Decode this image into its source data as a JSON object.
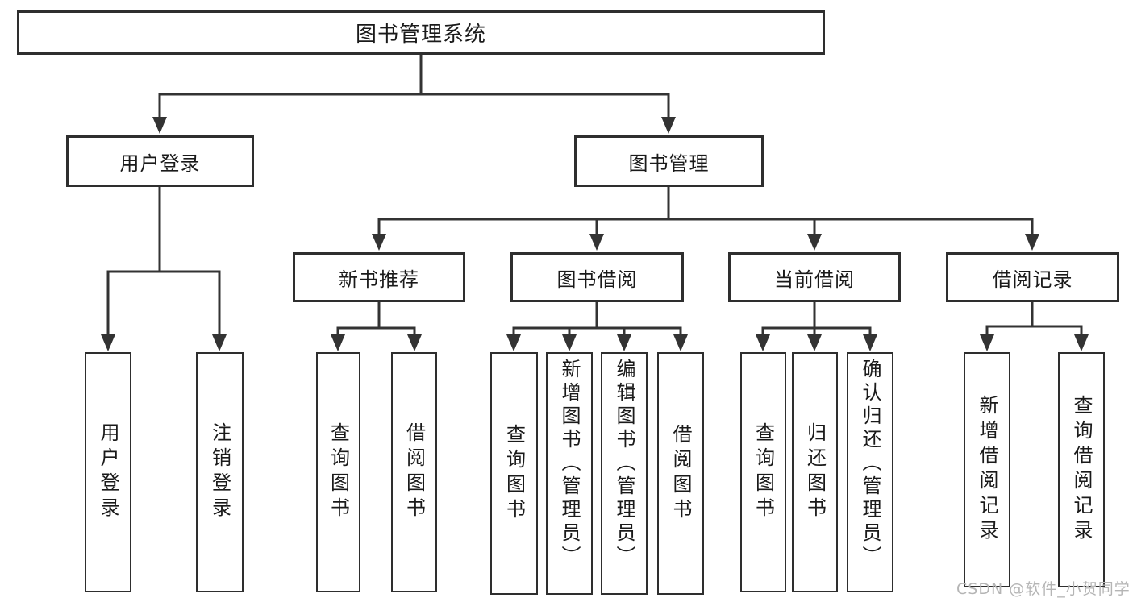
{
  "diagram": {
    "type": "hierarchy-tree",
    "background": "#ffffff",
    "colors": {
      "line": "#333333",
      "box_border": "#2e2e2e",
      "text": "#1a1a1a",
      "watermark_text": "#b5b5b5"
    },
    "watermark": "CSDN @软件_小贺同学",
    "nodes": {
      "root": {
        "label": "图书管理系统"
      },
      "user_login": {
        "label": "用户登录"
      },
      "book_mgmt": {
        "label": "图书管理"
      },
      "new_book_rec": {
        "label": "新书推荐"
      },
      "book_borrow": {
        "label": "图书借阅"
      },
      "current_borrow": {
        "label": "当前借阅"
      },
      "borrow_records": {
        "label": "借阅记录"
      },
      "leaf_user_login": {
        "label": "用户登录"
      },
      "leaf_logout": {
        "label": "注销登录"
      },
      "leaf_query_books_rec": {
        "label": "查询图书"
      },
      "leaf_borrow_books_rec": {
        "label": "借阅图书"
      },
      "leaf_query_books_borrow": {
        "label": "查询图书"
      },
      "leaf_add_books_admin": {
        "label": "新增图书（管理员）"
      },
      "leaf_edit_books_admin": {
        "label": "编辑图书（管理员）"
      },
      "leaf_borrow_books": {
        "label": "借阅图书"
      },
      "leaf_query_books_current": {
        "label": "查询图书"
      },
      "leaf_return_books": {
        "label": "归还图书"
      },
      "leaf_confirm_return_admin": {
        "label": "确认归还（管理员）"
      },
      "leaf_add_borrow_record": {
        "label": "新增借阅记录"
      },
      "leaf_query_borrow_record": {
        "label": "查询借阅记录"
      }
    },
    "edges": [
      {
        "from": "root",
        "to": [
          "user_login",
          "book_mgmt"
        ]
      },
      {
        "from": "user_login",
        "to": [
          "leaf_user_login",
          "leaf_logout"
        ]
      },
      {
        "from": "book_mgmt",
        "to": [
          "new_book_rec",
          "book_borrow",
          "current_borrow",
          "borrow_records"
        ]
      },
      {
        "from": "new_book_rec",
        "to": [
          "leaf_query_books_rec",
          "leaf_borrow_books_rec"
        ]
      },
      {
        "from": "book_borrow",
        "to": [
          "leaf_query_books_borrow",
          "leaf_add_books_admin",
          "leaf_edit_books_admin",
          "leaf_borrow_books"
        ]
      },
      {
        "from": "current_borrow",
        "to": [
          "leaf_query_books_current",
          "leaf_return_books",
          "leaf_confirm_return_admin"
        ]
      },
      {
        "from": "borrow_records",
        "to": [
          "leaf_add_borrow_record",
          "leaf_query_borrow_record"
        ]
      }
    ]
  }
}
